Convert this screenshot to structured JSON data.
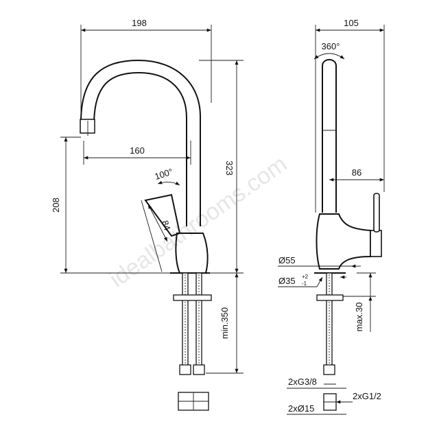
{
  "front_view": {
    "width_overall": "198",
    "spout_reach": "160",
    "height_total": "323",
    "height_spout_outlet": "208",
    "lever_angle": "100°",
    "lever_length": "84",
    "hose_length": "min.350"
  },
  "side_view": {
    "depth": "105",
    "swivel": "360°",
    "lever_offset": "86",
    "base_diameter": "Ø55",
    "hole_diameter": "Ø35",
    "hole_tolerance_plus": "+2",
    "hole_tolerance_minus": "-1",
    "deck_thickness": "max.30",
    "connection_thread": "2xG3/8",
    "supply_thread": "2xG1/2",
    "pipe_diameter": "2xØ15"
  },
  "watermark": "idealbathrooms.com"
}
